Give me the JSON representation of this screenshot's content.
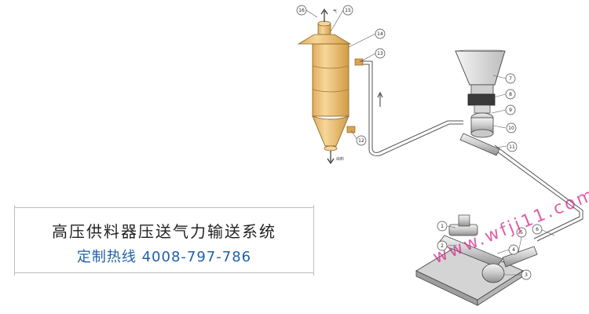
{
  "title": {
    "main": "高压供料器压送气力输送系统",
    "hotline": "定制热线 4008-797-786"
  },
  "watermark": "www.wfjj11.com",
  "callouts": [
    {
      "id": "c1",
      "number": "1"
    },
    {
      "id": "c2",
      "number": "2"
    },
    {
      "id": "c3",
      "number": "3"
    },
    {
      "id": "c4",
      "number": "4"
    },
    {
      "id": "c5",
      "number": "5"
    },
    {
      "id": "c6",
      "number": "6"
    },
    {
      "id": "c7",
      "number": "7"
    },
    {
      "id": "c8",
      "number": "8"
    },
    {
      "id": "c9",
      "number": "9"
    },
    {
      "id": "c10",
      "number": "10"
    },
    {
      "id": "c11",
      "number": "11"
    },
    {
      "id": "c12",
      "number": "12"
    },
    {
      "id": "c13",
      "number": "13"
    },
    {
      "id": "c14",
      "number": "14"
    },
    {
      "id": "c15",
      "number": "15"
    },
    {
      "id": "c16",
      "number": "16"
    }
  ],
  "labels": {
    "gas_out": "气",
    "material_out": "出料"
  },
  "colors": {
    "silo": "#f0c87a",
    "silo_shade": "#d9a54f",
    "pipe": "#555555",
    "hotline": "#1f5fa8",
    "watermark": "#d12b8a"
  }
}
